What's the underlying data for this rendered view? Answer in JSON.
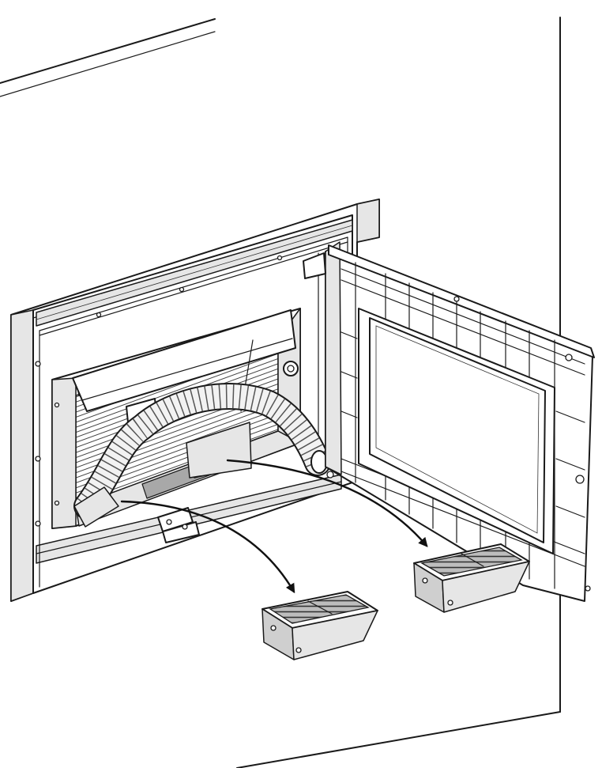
{
  "figure": {
    "type": "technical-illustration",
    "subject": "stove-insert-ash-pan-removal",
    "colors": {
      "line": "#1a1a1a",
      "background": "#ffffff",
      "light_fill": "#e6e6e6",
      "mid_fill": "#cfcfcf",
      "dark_fill": "#a8a8a8"
    },
    "parts": [
      {
        "name": "wall-panel"
      },
      {
        "name": "stove-insert-frame"
      },
      {
        "name": "firebox"
      },
      {
        "name": "flexible-hose"
      },
      {
        "name": "open-door"
      },
      {
        "name": "ash-pan-left"
      },
      {
        "name": "ash-pan-right"
      }
    ],
    "arrows": [
      {
        "name": "arrow-to-left-ash-pan"
      },
      {
        "name": "arrow-to-right-ash-pan"
      }
    ]
  }
}
